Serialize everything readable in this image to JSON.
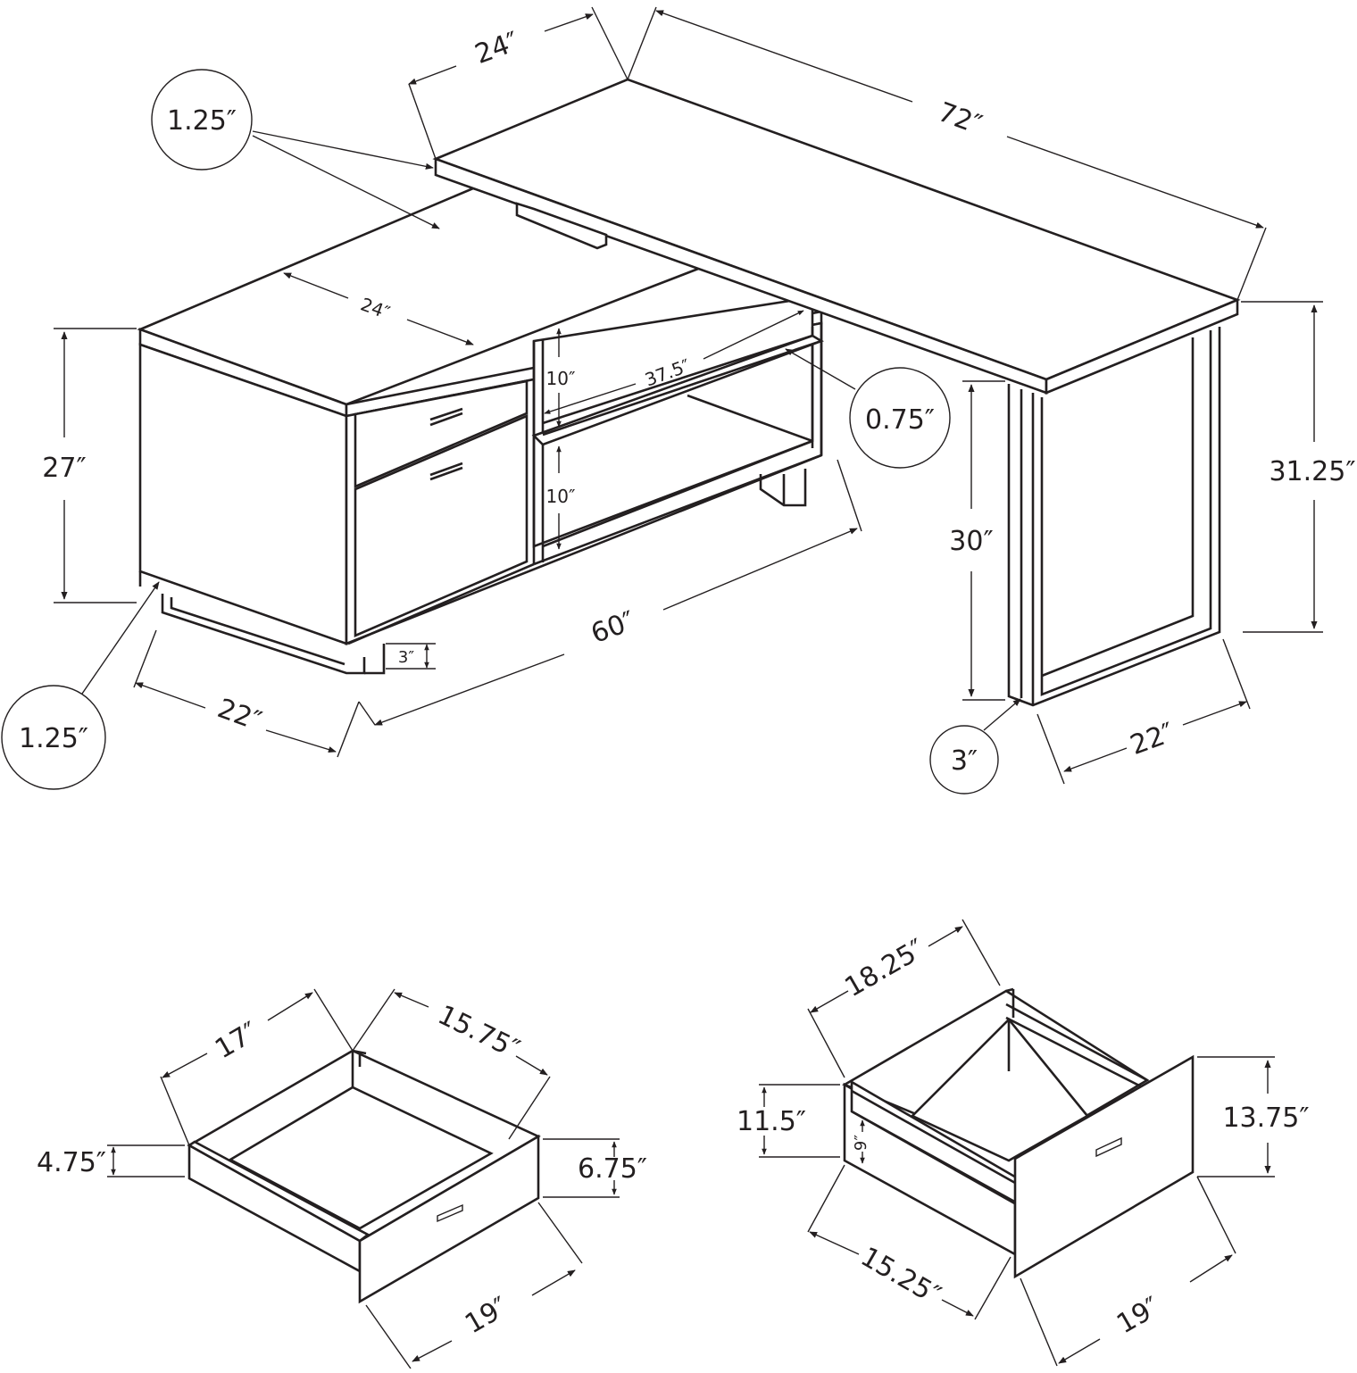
{
  "diagram": {
    "desk": {
      "top_depth": "24″",
      "top_width": "72″",
      "top_thickness_a": "1.25″",
      "top_thickness_b": "1.25″",
      "cabinet_depth": "24″",
      "cabinet_height": "27″",
      "shelf_height_upper": "10″",
      "shelf_height_lower": "10″",
      "shelf_width": "37.5″",
      "shelf_thickness": "0.75″",
      "cabinet_length": "60″",
      "cabinet_side_depth": "22″",
      "foot_height": "3″",
      "knee_clearance": "30″",
      "overall_height": "31.25″",
      "leg_depth": "22″",
      "leg_width": "3″"
    },
    "small_drawer": {
      "depth": "17″",
      "width": "15.75″",
      "side_height": "4.75″",
      "front_height": "6.75″",
      "front_width": "19″"
    },
    "file_drawer": {
      "depth": "18.25″",
      "height": "11.5″",
      "inner_height": "9″",
      "front_height": "13.75″",
      "width": "15.25″",
      "front_width": "19″"
    }
  },
  "colors": {
    "line": "#231f20",
    "background": "#ffffff"
  }
}
